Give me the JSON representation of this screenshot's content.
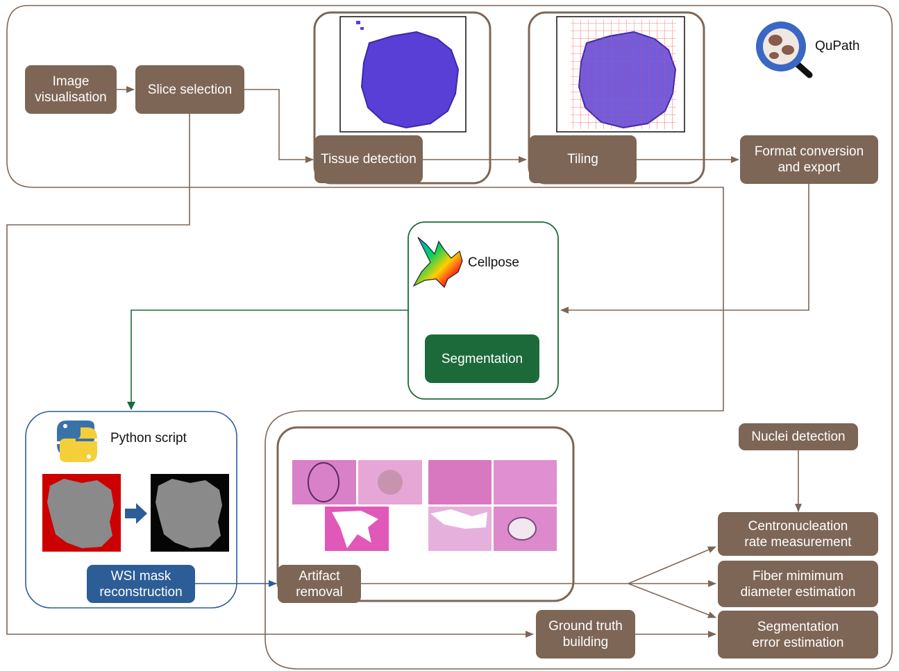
{
  "steps": {
    "image_visualisation": "Image\nvisualisation",
    "slice_selection": "Slice selection",
    "tissue_detection": "Tissue detection",
    "tiling": "Tiling",
    "format_conversion": "Format conversion\nand export",
    "segmentation": "Segmentation",
    "wsi_mask": "WSI mask\nreconstruction",
    "artifact_removal": "Artifact\nremoval",
    "nuclei_detection": "Nuclei detection",
    "centronucleation": "Centronucleation\nrate measurement",
    "fiber_diameter": "Fiber mimimum\ndiameter estimation",
    "ground_truth": "Ground truth\nbuilding",
    "segmentation_error": "Segmentation\nerror estimation"
  },
  "tools": {
    "qupath": "QuPath",
    "cellpose": "Cellpose",
    "python": "Python script"
  },
  "colors": {
    "brown": "#7d6656",
    "green": "#1c6a3a",
    "blue": "#2d5d96",
    "tissue": "#5a3fd6"
  }
}
